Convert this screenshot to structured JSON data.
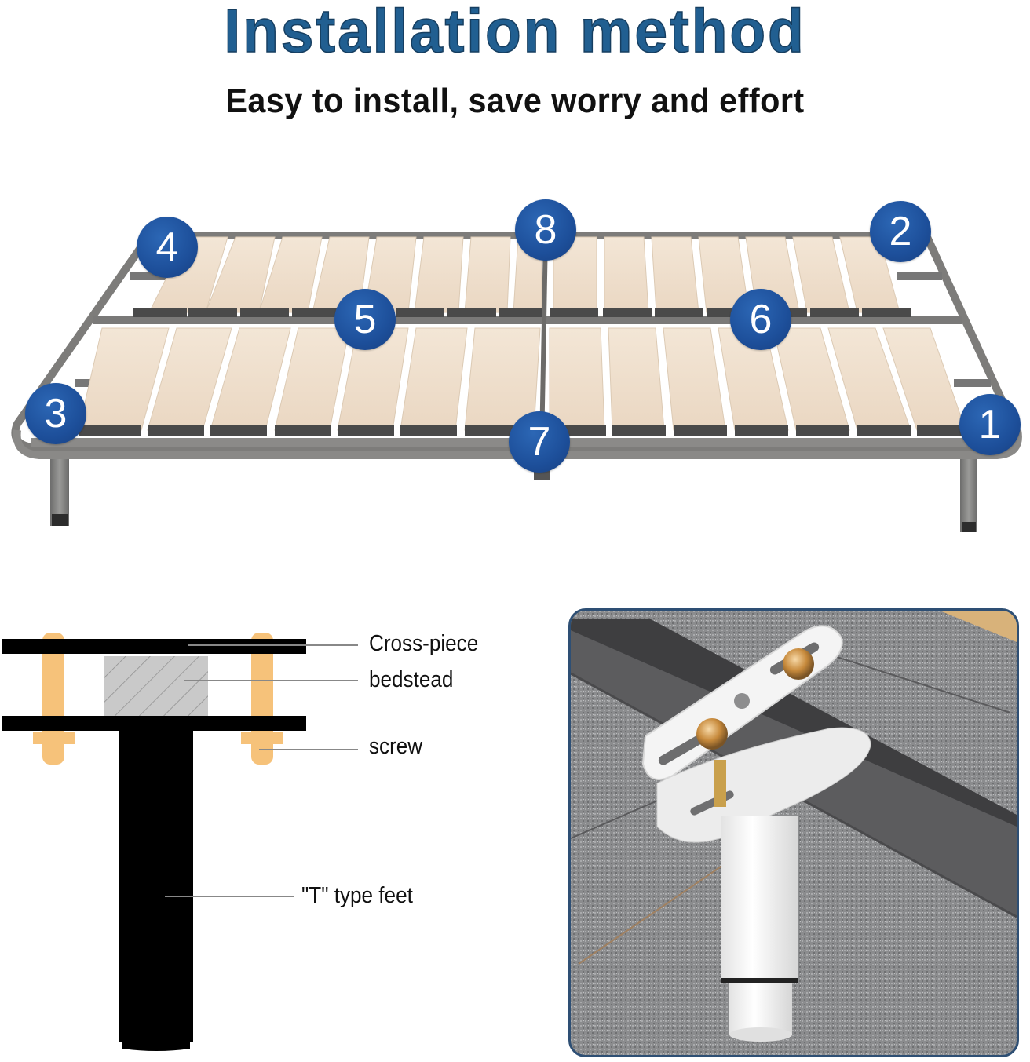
{
  "header": {
    "title": "Installation method",
    "subtitle": "Easy to install, save worry and effort",
    "title_color": "#215f91"
  },
  "bed_frame": {
    "slat_color": "#eedfcc",
    "frame_color": "#7d7c7a",
    "badge_color": "#1d4f9a",
    "badges": [
      {
        "number": "1",
        "position": "front-right-corner"
      },
      {
        "number": "2",
        "position": "back-right-corner"
      },
      {
        "number": "3",
        "position": "front-left-corner"
      },
      {
        "number": "4",
        "position": "back-left-corner"
      },
      {
        "number": "5",
        "position": "middle-left-crossbar"
      },
      {
        "number": "6",
        "position": "middle-right-crossbar"
      },
      {
        "number": "7",
        "position": "front-center-leg"
      },
      {
        "number": "8",
        "position": "back-center"
      }
    ]
  },
  "cross_section_diagram": {
    "labels": [
      {
        "id": "cross-piece",
        "text": "Cross-piece"
      },
      {
        "id": "bedstead",
        "text": "bedstead"
      },
      {
        "id": "screw",
        "text": "screw"
      },
      {
        "id": "t-type-feet",
        "text": "\"T\" type feet"
      }
    ],
    "screw_color": "#f6c27a",
    "plate_color": "#000000",
    "bedstead_color": "#c9c9c9"
  },
  "photo_panel": {
    "subject": "white T-type leg bracket mounted on dark metal bed rail",
    "border_color": "#2e4f74"
  }
}
